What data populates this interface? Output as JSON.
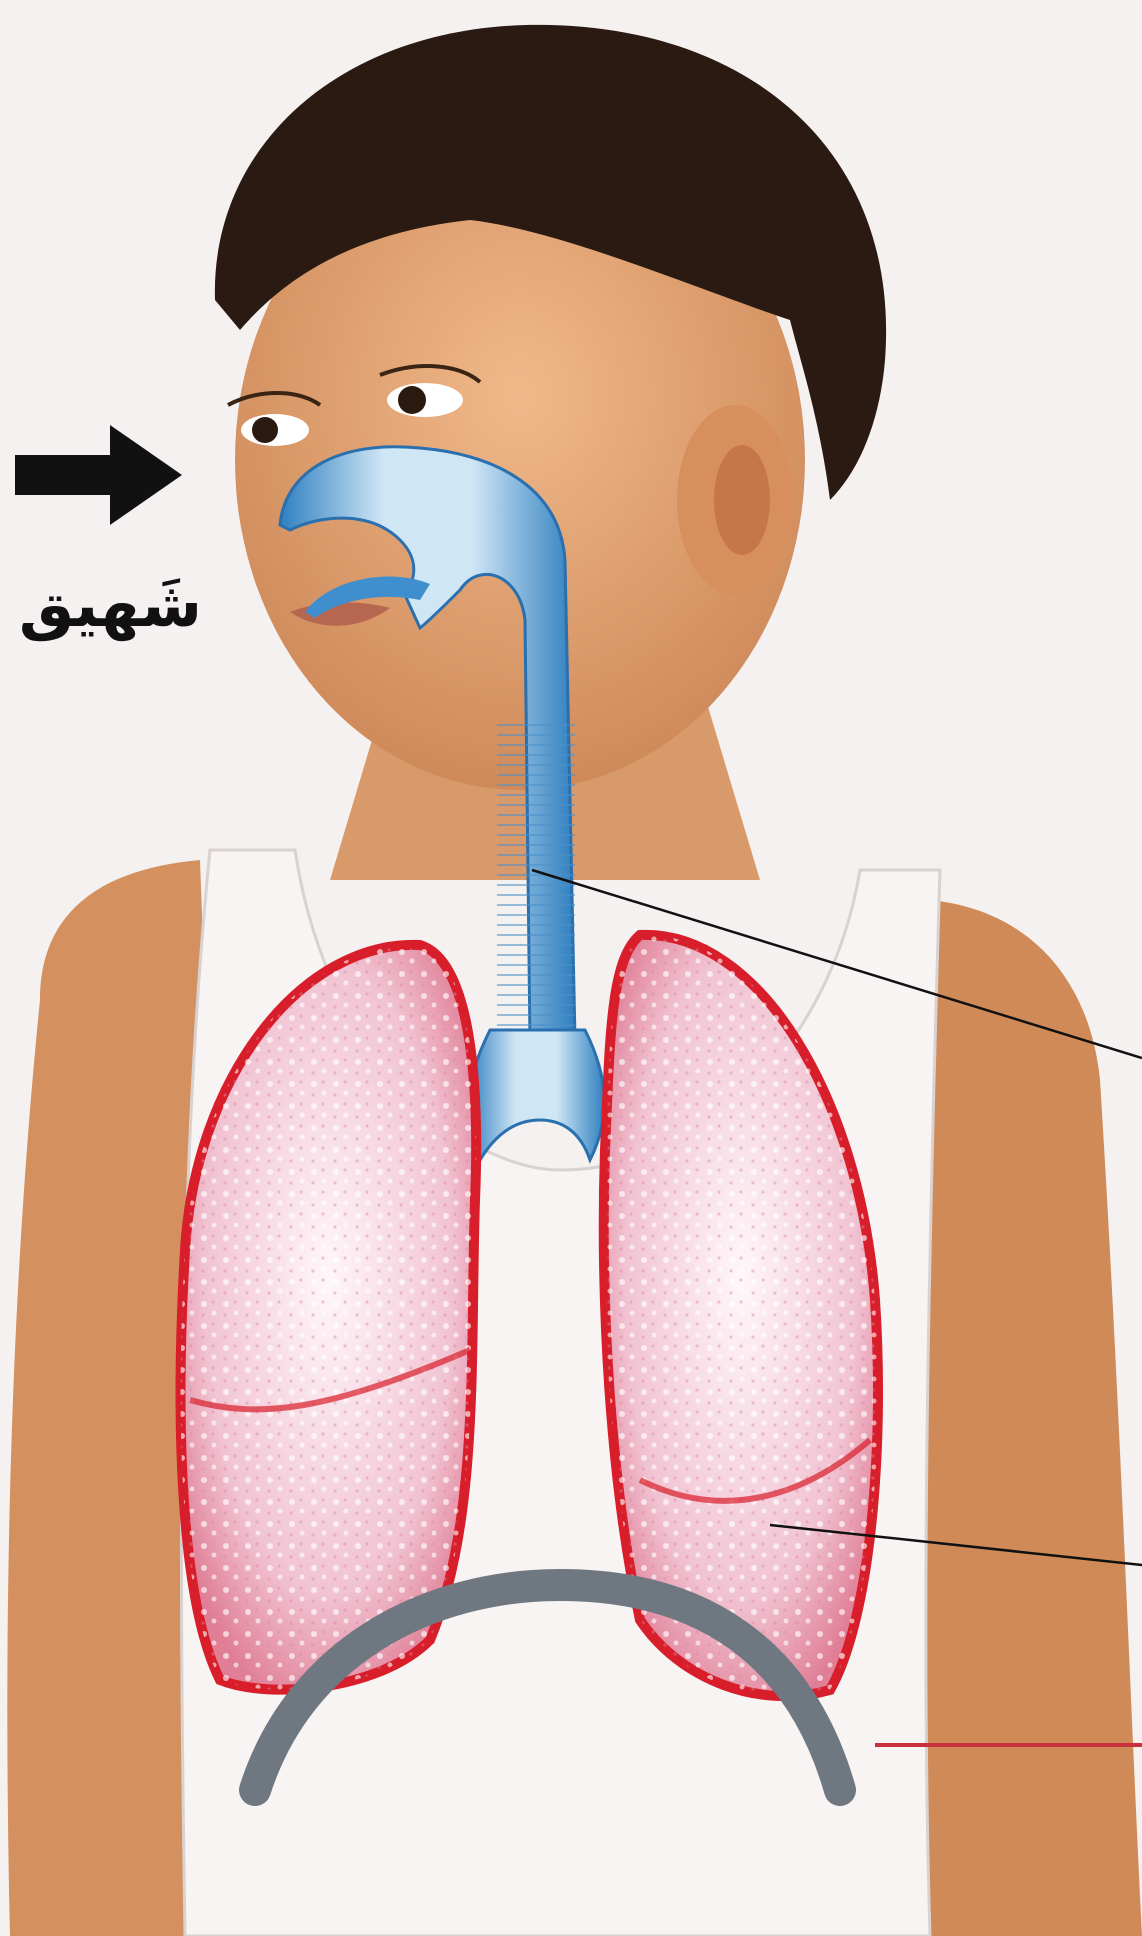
{
  "diagram": {
    "inhale_label": "شَهيق",
    "labels": [
      {
        "name": "trachea-leader",
        "text": ""
      },
      {
        "name": "lung-leader",
        "text": ""
      }
    ]
  },
  "colors": {
    "background": "#f4f1f0",
    "skin": "#e2a374",
    "hair": "#2a1a12",
    "airway_blue": "#2f7fc0",
    "lung_red": "#d81e2a",
    "lung_pink": "#f1c3d2",
    "diaphragm": "#6f7780",
    "arrow": "#111111"
  },
  "icons": {
    "arrow": "right-arrow-icon"
  }
}
